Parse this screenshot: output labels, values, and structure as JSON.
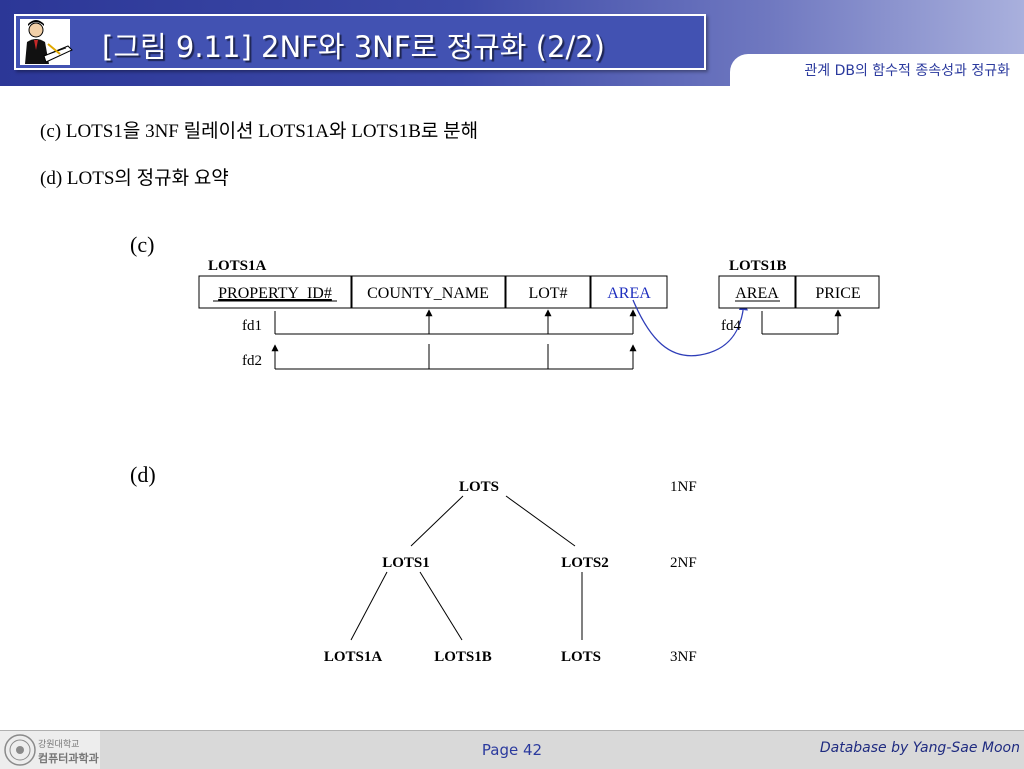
{
  "header": {
    "title": "[그림 9.11] 2NF와 3NF로 정규화 (2/2)",
    "subtitle": "관계 DB의 함수적 종속성과 정규화"
  },
  "content": {
    "bullets": [
      "(c) LOTS1을 3NF 릴레이션 LOTS1A와 LOTS1B로 분해",
      "(d) LOTS의 정규화 요약"
    ],
    "part_c_label": "(c)",
    "part_d_label": "(d)"
  },
  "diagram_c": {
    "lots1a": {
      "name": "LOTS1A",
      "columns": [
        {
          "label": "PROPERTY_ID#",
          "key": true,
          "highlight": false
        },
        {
          "label": "COUNTY_NAME",
          "key": false,
          "highlight": false
        },
        {
          "label": "LOT#",
          "key": false,
          "highlight": false
        },
        {
          "label": "AREA",
          "key": false,
          "highlight": true
        }
      ]
    },
    "lots1b": {
      "name": "LOTS1B",
      "columns": [
        {
          "label": "AREA",
          "key": true,
          "highlight": false
        },
        {
          "label": "PRICE",
          "key": false,
          "highlight": false
        }
      ]
    },
    "fd_labels": {
      "fd1": "fd1",
      "fd2": "fd2",
      "fd4": "fd4"
    },
    "highlight_color": "#1f2fbf"
  },
  "diagram_d": {
    "nodes": {
      "lots": "LOTS",
      "lots1": "LOTS1",
      "lots2": "LOTS2",
      "lots1a": "LOTS1A",
      "lots1b": "LOTS1B",
      "lots_3nf": "LOTS"
    },
    "levels": {
      "nf1": "1NF",
      "nf2": "2NF",
      "nf3": "3NF"
    }
  },
  "footer": {
    "page": "Page 42",
    "credit": "Database by Yang-Sae Moon",
    "logo_line1": "강원대학교",
    "logo_line2": "컴퓨터과학과"
  },
  "colors": {
    "header_dark": "#2c3797",
    "title_box": "#4252b2",
    "accent_text": "#2b3a9e"
  }
}
